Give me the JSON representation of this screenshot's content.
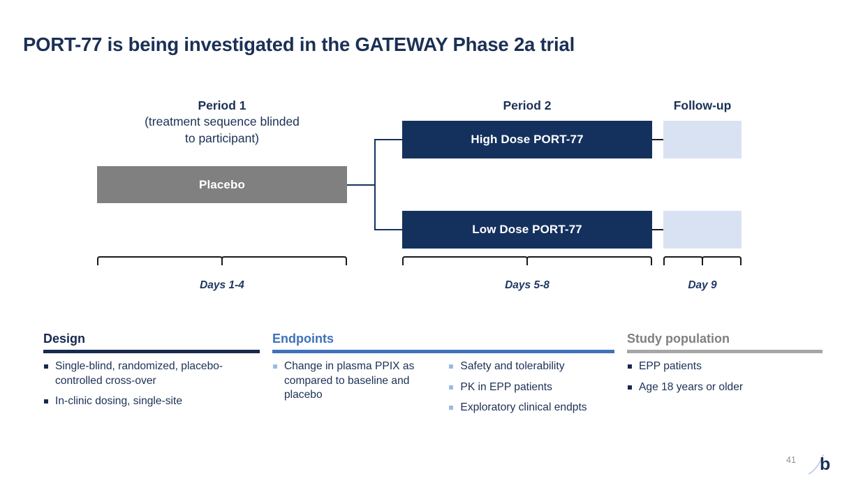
{
  "slide": {
    "title": "PORT-77 is being investigated in the GATEWAY Phase 2a trial",
    "page_number": "41",
    "logo_letter": "b"
  },
  "colors": {
    "navy": "#14315e",
    "dark_navy_text": "#1b3055",
    "gray_box": "#808080",
    "followup_blue": "#d9e2f3",
    "endpoints_blue": "#3f72b9",
    "population_gray": "#a6a6a6"
  },
  "diagram": {
    "columns": {
      "period1_title": "Period 1",
      "period1_subtitle": "(treatment sequence blinded\nto participant)",
      "period1_subtitle_line1": "(treatment sequence blinded",
      "period1_subtitle_line2": "to participant)",
      "period2_title": "Period 2",
      "followup_title": "Follow-up"
    },
    "boxes": {
      "placebo": "Placebo",
      "high_dose": "High Dose PORT-77",
      "low_dose": "Low Dose PORT-77",
      "followup_high": "",
      "followup_low": ""
    },
    "day_labels": {
      "period1": "Days 1-4",
      "period2": "Days 5-8",
      "followup": "Day 9"
    }
  },
  "sections": {
    "design": {
      "title": "Design",
      "bullets": [
        "Single-blind, randomized, placebo-controlled cross-over",
        "In-clinic dosing, single-site"
      ]
    },
    "endpoints": {
      "title": "Endpoints",
      "bullets_col1": [
        "Change in plasma PPIX as compared to baseline and placebo"
      ],
      "bullets_col2": [
        "Safety and tolerability",
        "PK in EPP patients",
        "Exploratory clinical endpts"
      ]
    },
    "study_population": {
      "title": "Study population",
      "bullets": [
        "EPP patients",
        "Age 18 years or older"
      ]
    }
  }
}
